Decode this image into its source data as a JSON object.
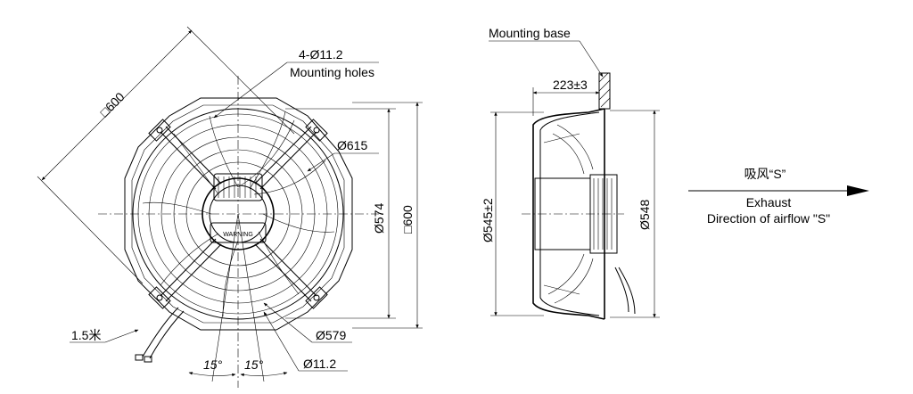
{
  "front_view": {
    "square_size_diag": "□600",
    "mounting_holes_spec": "4-Ø11.2",
    "mounting_holes_label": "Mounting holes",
    "dia_615": "Ø615",
    "dia_574": "Ø574",
    "square_600": "□600",
    "dia_579": "Ø579",
    "dia_11_2": "Ø11.2",
    "cable_length": "1.5米",
    "angle_left": "15°",
    "angle_right": "15°",
    "warning_text": "WARNING"
  },
  "side_view": {
    "mounting_base_label": "Mounting base",
    "depth": "223±3",
    "dia_545": "Ø545±2",
    "dia_548": "Ø548"
  },
  "airflow": {
    "chinese": "吸风“S”",
    "line1": "Exhaust",
    "line2": "Direction of airflow \"S\""
  }
}
